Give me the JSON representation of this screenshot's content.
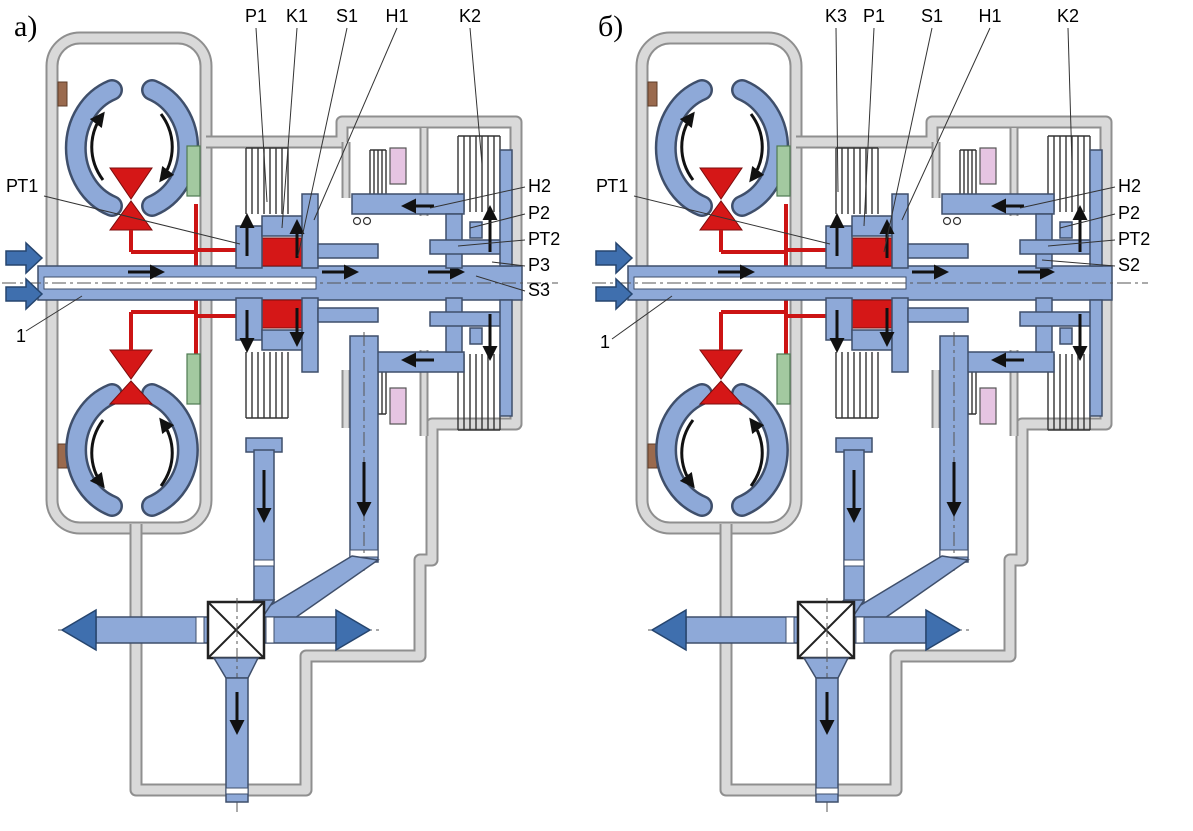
{
  "figure": {
    "type": "technical-diagram",
    "subject": "automatic transmission hydromechanical gearbox schematics, two variants",
    "panels": [
      {
        "corner_label": "а)",
        "labels": {
          "top": [
            "P1",
            "K1",
            "S1",
            "H1",
            "K2"
          ],
          "left": [
            "РТ1",
            "1"
          ],
          "right": [
            "H2",
            "P2",
            "РТ2",
            "P3",
            "S3"
          ]
        }
      },
      {
        "corner_label": "б)",
        "labels": {
          "top": [
            "K3",
            "P1",
            "S1",
            "H1",
            "K2"
          ],
          "left": [
            "РТ1",
            "1"
          ],
          "right": [
            "H2",
            "P2",
            "РТ2",
            "S2"
          ]
        }
      }
    ],
    "colors": {
      "housing_gray": "#d9d9d9",
      "component_blue": "#8ea9d8",
      "accent_red": "#d51717",
      "seal_green": "#a3c9a0",
      "seal_pink": "#e6c4e2",
      "flow_black": "#111111",
      "arrow_blue": "#3f6fae"
    }
  }
}
